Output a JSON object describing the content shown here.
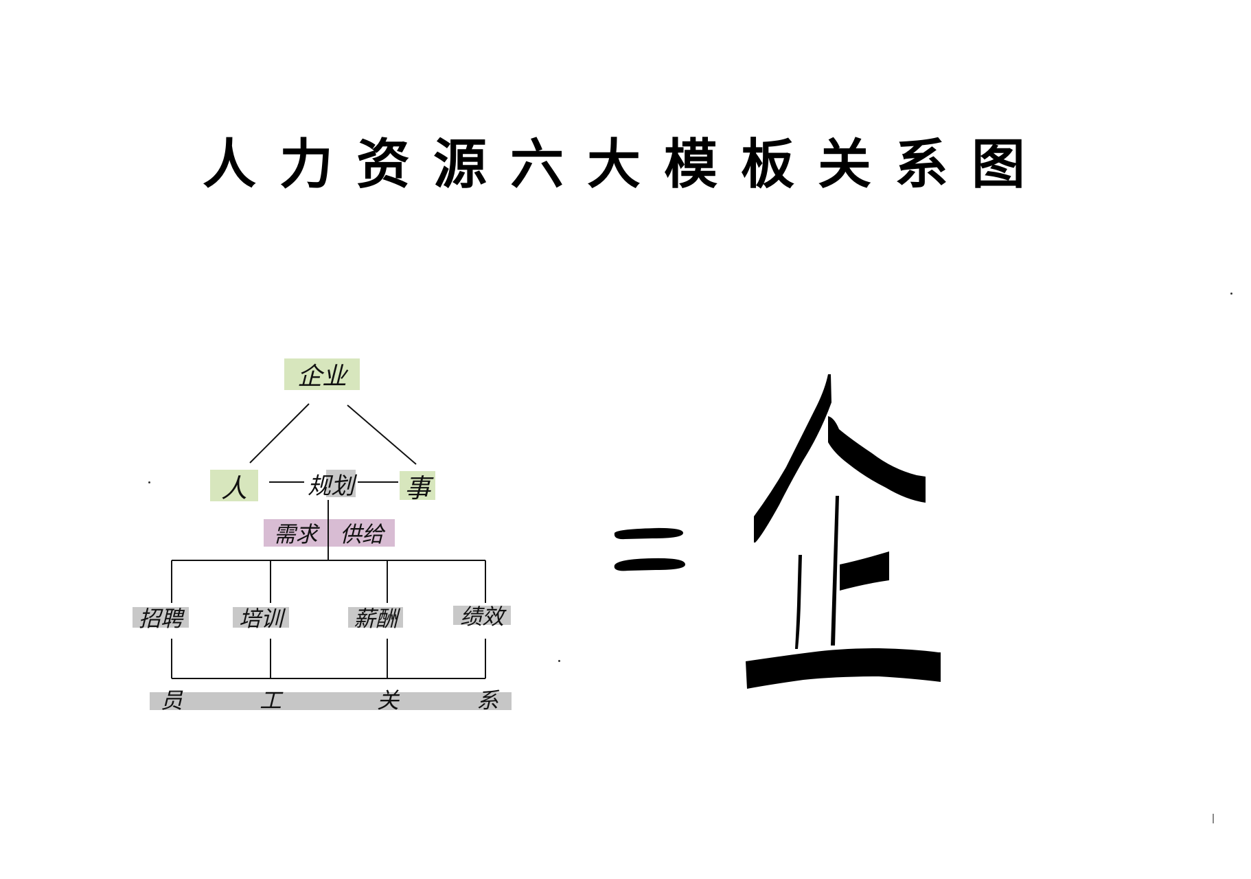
{
  "title": "人力资源六大模板关系图",
  "diagram": {
    "root": {
      "label": "企业",
      "color": "#d7e6bd"
    },
    "level2": {
      "left": {
        "label": "人",
        "color": "#d7e6bd"
      },
      "center": {
        "label": "规划",
        "color": "#c8c8c8"
      },
      "right": {
        "label": "事",
        "color": "#d7e6bd"
      }
    },
    "planning_sub": {
      "left": "需求",
      "right": "供给",
      "color": "#d8bcd3"
    },
    "modules": [
      {
        "label": "招聘",
        "color": "#c8c8c8"
      },
      {
        "label": "培训",
        "color": "#c8c8c8"
      },
      {
        "label": "薪酬",
        "color": "#c8c8c8"
      },
      {
        "label": "绩效",
        "color": "#c8c8c8"
      }
    ],
    "bottom": {
      "chars": [
        "员",
        "工",
        "关",
        "系"
      ],
      "label": "员工关系",
      "color": "#c6c6c6"
    }
  },
  "equation": {
    "symbol": "=",
    "result_char": "企"
  },
  "colors": {
    "green_highlight": "#d7e6bd",
    "gray_highlight": "#c8c8c8",
    "purple_highlight": "#d8bcd3",
    "ink": "#000000"
  }
}
